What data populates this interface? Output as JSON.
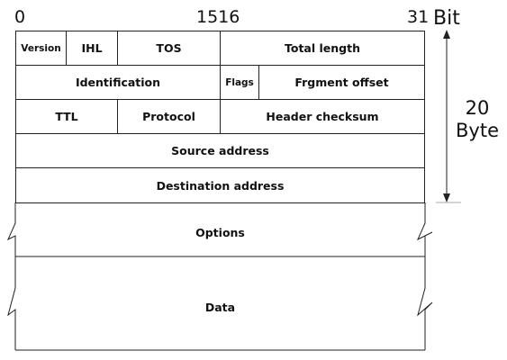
{
  "bit_scale": {
    "start": "0",
    "mid": "1516",
    "end": "31",
    "unit": "Bit"
  },
  "size_indicator": {
    "value": "20",
    "unit": "Byte"
  },
  "row1": {
    "version": "Version",
    "ihl": "IHL",
    "tos": "TOS",
    "total_length": "Total length"
  },
  "row2": {
    "identification": "Identification",
    "flags": "Flags",
    "fragment_offset": "Frgment offset"
  },
  "row3": {
    "ttl": "TTL",
    "protocol": "Protocol",
    "header_checksum": "Header checksum"
  },
  "row4": {
    "source_address": "Source address"
  },
  "row5": {
    "destination_address": "Destination address"
  },
  "options": "Options",
  "data": "Data"
}
